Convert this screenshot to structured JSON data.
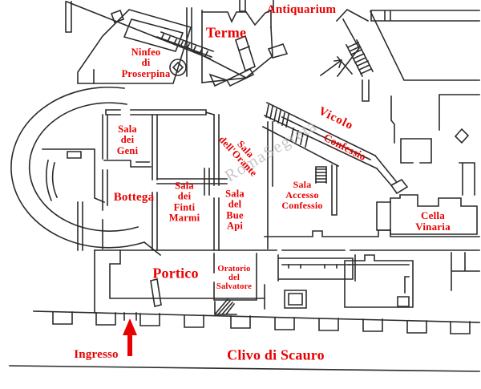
{
  "plan": {
    "watermark": "RomaSegreta",
    "rooms": {
      "antiquarium": "Antiquarium",
      "terme": "Terme",
      "ninfeo": "Ninfeo\ndi\nProserpina",
      "sala_geni": "Sala\ndei\nGeni",
      "vicolo": "Vicolo",
      "confessio": "Confessio",
      "orante": "Sala\ndell'Orante",
      "bottega": "Bottega",
      "finti_marmi": "Sala\ndei\nFinti\nMarmi",
      "bue_api": "Sala\ndel\nBue\nApi",
      "accesso": "Sala\nAccesso\nConfessio",
      "cella_vinaria": "Cella\nVinaria",
      "portico": "Portico",
      "oratorio": "Oratorio\ndel\nSalvatore",
      "ingresso": "Ingresso",
      "clivo": "Clivo di Scauro"
    },
    "colors": {
      "label": "#e80000",
      "wall": "#2b2b2b",
      "watermark": "#b5b5b5",
      "arrow": "#e80000",
      "background": "#ffffff"
    },
    "icons": {
      "entrance_arrow": "red up-arrow marking the entrance",
      "well": "circle with diamond (well/fountain) in the Ninfeo"
    }
  }
}
